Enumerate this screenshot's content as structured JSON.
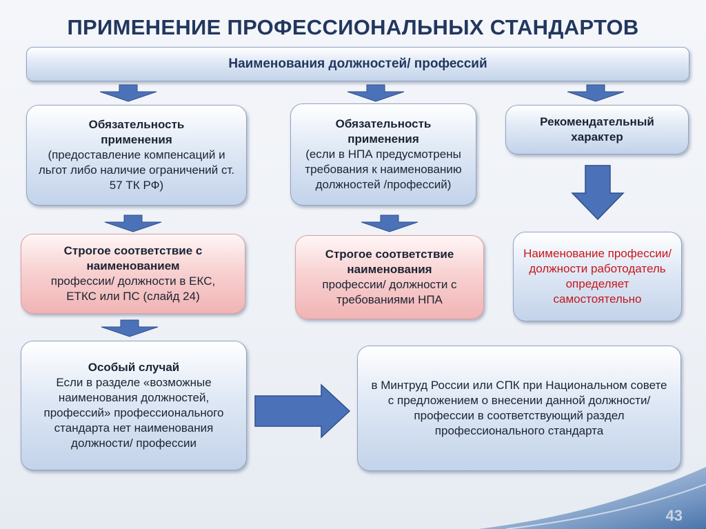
{
  "title": "ПРИМЕНЕНИЕ ПРОФЕССИОНАЛЬНЫХ СТАНДАРТОВ",
  "header": "Наименования должностей/ профессий",
  "col1": {
    "top_bold": "Обязательность применения",
    "top_text": "(предоставление компенсаций и льгот либо наличие ограничений ст. 57 ТК РФ)",
    "mid_bold": "Строгое соответствие с наименованием",
    "mid_text": "профессии/ должности в ЕКС, ЕТКС или ПС (слайд 24)",
    "bottom_bold": "Особый  случай",
    "bottom_text": "Если в разделе  «возможные наименования должностей, профессий» профессионального стандарта нет наименования должности/ профессии"
  },
  "col2": {
    "top_bold": "Обязательность применения",
    "top_text": "(если в НПА предусмотрены требования к наименованию должностей /профессий)",
    "mid_bold": "Строгое соответствие наименования",
    "mid_text": "профессии/ должности с требованиями НПА"
  },
  "col3": {
    "top_bold": "Рекомендательный характер",
    "mid_text": "Наименование профессии/должности работодатель определяет самостоятельно"
  },
  "result_box": "в Минтруд России или СПК при Национальном совете с предложением о внесении данной должности/профессии в соответствующий раздел профессионального стандарта",
  "page_number": "43",
  "colors": {
    "title": "#22375e",
    "arrow": "#4b72b8",
    "red_text": "#c6171c"
  }
}
